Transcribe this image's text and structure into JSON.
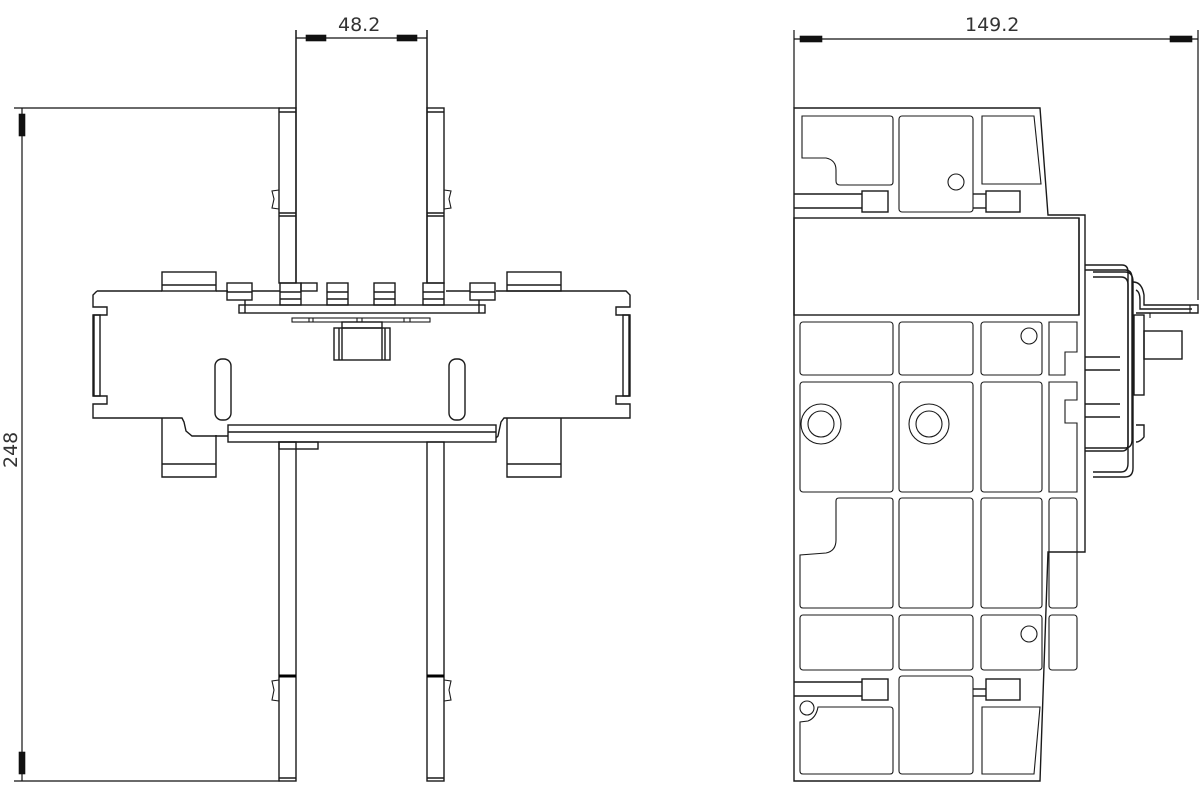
{
  "drawing": {
    "type": "technical-dimension-drawing",
    "views": [
      {
        "name": "front-view",
        "dimensions": {
          "width_label": "48.2",
          "height_label": "248"
        }
      },
      {
        "name": "side-view",
        "dimensions": {
          "width_label": "149.2"
        }
      }
    ],
    "line_color": "#1a1a1a",
    "background": "#ffffff"
  }
}
